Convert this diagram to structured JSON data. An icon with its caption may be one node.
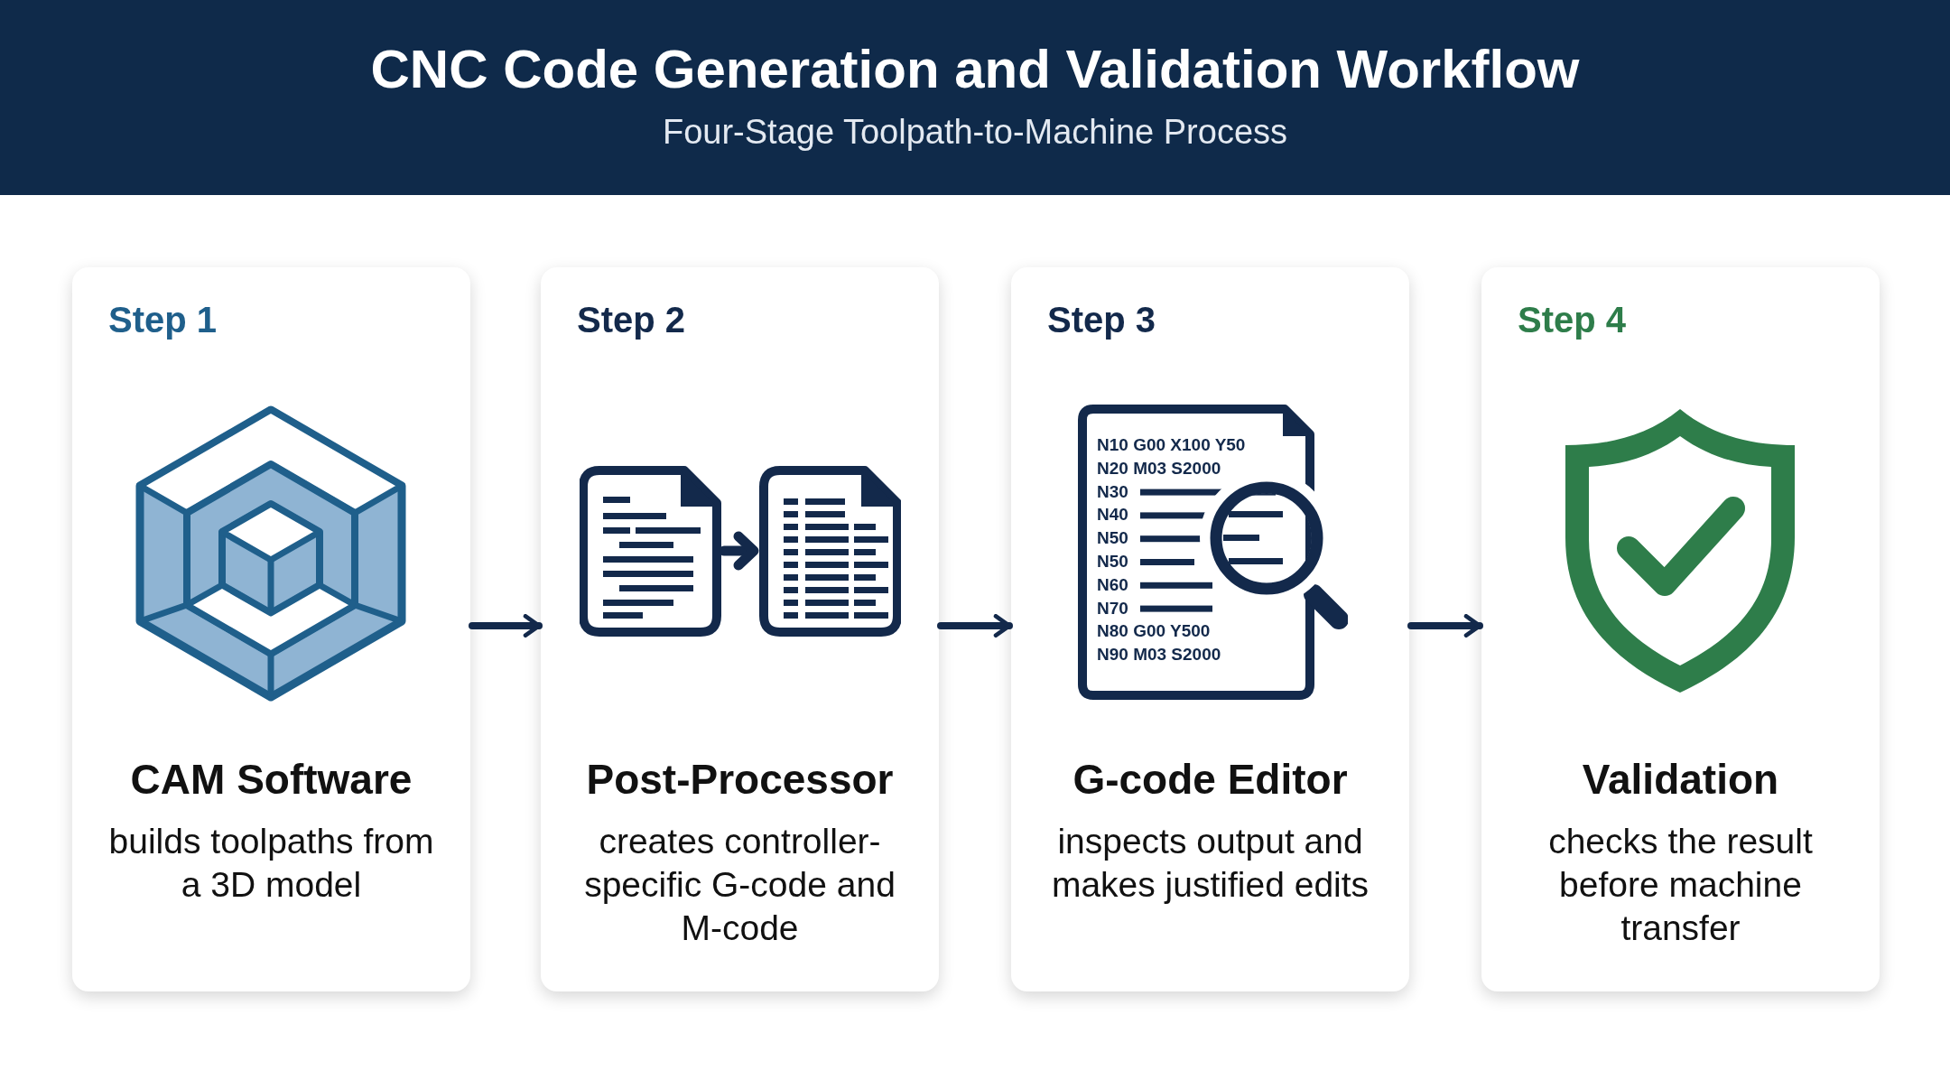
{
  "diagram": {
    "title": "CNC Code Generation and Validation Workflow",
    "caption": "Four-Stage Toolpath-to-Machine Process",
    "nodes": [
      {
        "text": [
          "Step 1",
          "CAM Software",
          "builds toolpaths from a 3D model"
        ]
      },
      {
        "text": [
          "Step 2",
          "Post-Processor",
          "creates controller-specific G-code and M-code"
        ]
      },
      {
        "text": [
          "Step 3",
          "G-code Editor",
          "inspects output and makes justified edits"
        ]
      },
      {
        "text": [
          "Step 4",
          "Validation",
          "checks the result before machine transfer"
        ]
      }
    ],
    "edges": [
      {
        "from": 0,
        "to": 1,
        "arrow": "to"
      },
      {
        "from": 1,
        "to": 2,
        "arrow": "to"
      },
      {
        "from": 2,
        "to": 3,
        "arrow": "to"
      }
    ],
    "labels": [
      "N10 G00 X100 Y50",
      "N20 M03 S2000",
      "N30",
      "N40",
      "N50",
      "N50",
      "N60",
      "N70",
      "N80 G00 Y500",
      "N90 M03 S2000"
    ]
  }
}
